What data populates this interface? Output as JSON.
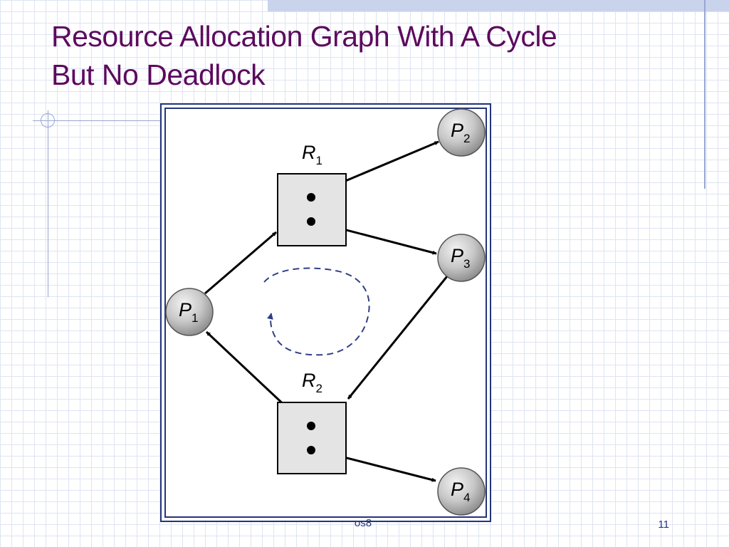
{
  "slide": {
    "title_line1": "Resource Allocation Graph With A Cycle",
    "title_line2": "But No Deadlock",
    "footer_center": "os8",
    "footer_page": "11"
  },
  "diagram": {
    "resources": [
      {
        "id": "R1",
        "label": "R",
        "sub": "1",
        "instances": 2
      },
      {
        "id": "R2",
        "label": "R",
        "sub": "2",
        "instances": 2
      }
    ],
    "processes": [
      {
        "id": "P1",
        "label": "P",
        "sub": "1"
      },
      {
        "id": "P2",
        "label": "P",
        "sub": "2"
      },
      {
        "id": "P3",
        "label": "P",
        "sub": "3"
      },
      {
        "id": "P4",
        "label": "P",
        "sub": "4"
      }
    ],
    "edges": [
      {
        "from": "P1",
        "to": "R1",
        "kind": "request"
      },
      {
        "from": "R1",
        "to": "P2",
        "kind": "assignment"
      },
      {
        "from": "R1",
        "to": "P3",
        "kind": "assignment"
      },
      {
        "from": "P3",
        "to": "R2",
        "kind": "request"
      },
      {
        "from": "R2",
        "to": "P1",
        "kind": "assignment"
      },
      {
        "from": "R2",
        "to": "P4",
        "kind": "assignment"
      }
    ],
    "colors": {
      "title": "#5c0a5e",
      "frame": "#24357a",
      "cycle": "#2f3f86",
      "resource_fill": "#e4e4e4",
      "process_fill": "#c4c4c4"
    }
  }
}
